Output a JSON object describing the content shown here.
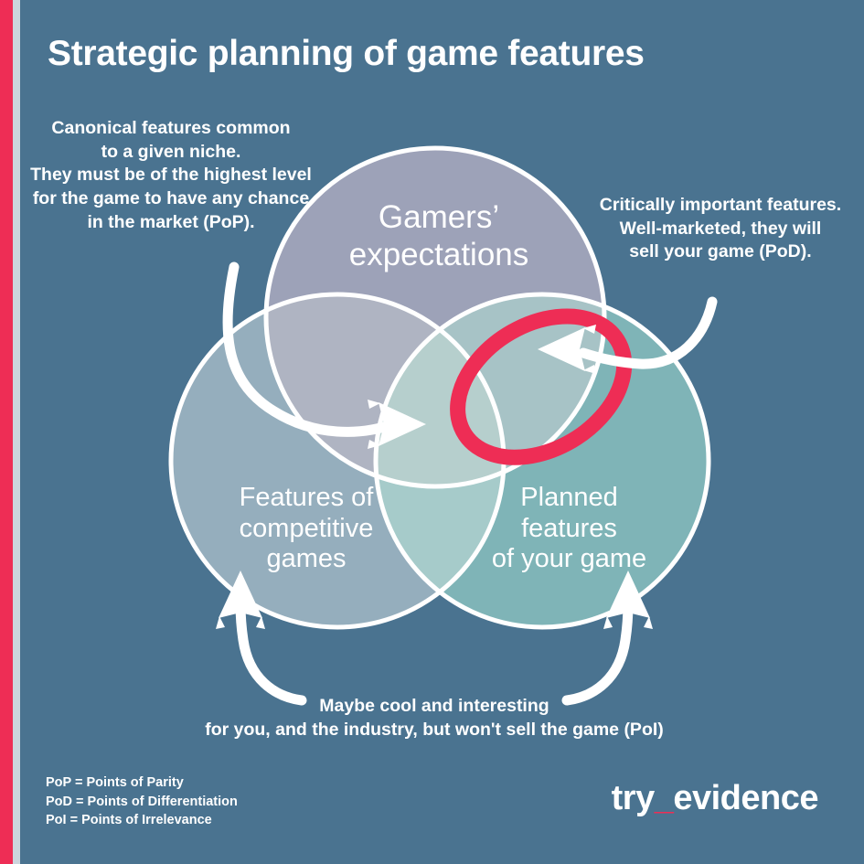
{
  "poster": {
    "title": "Strategic planning of game features",
    "background_color": "#4a7390",
    "accent_color": "#ee2d55",
    "edge_light_color": "#ccd5dd"
  },
  "venn": {
    "circles": [
      {
        "id": "gamers-expectations",
        "label": "Gamers’\nexpectations",
        "fill": "#9b9db5",
        "stroke": "#ffffff"
      },
      {
        "id": "competitive-games",
        "label": "Features of\ncompetitive\ngames",
        "fill": "#95aebd",
        "stroke": "#ffffff"
      },
      {
        "id": "your-game",
        "label": "Planned\nfeatures\nof your game",
        "fill": "#7fb4b7",
        "stroke": "#ffffff"
      }
    ],
    "highlight": {
      "id": "sweet-spot-ellipse",
      "color": "#ee2d55"
    }
  },
  "annotations": {
    "top_left": "Canonical features common\nto a given niche.\nThey must be of the highest level\nfor the game to have any chance\nin the market (PoP).",
    "top_right": "Critically important features.\nWell-marketed, they will\nsell your game (PoD).",
    "bottom": "Maybe cool and interesting\nfor you, and the industry, but won't sell the game (PoI)"
  },
  "legend": {
    "lines": [
      "PoP = Points of Parity",
      "PoD = Points of Differentiation",
      "PoI = Points of Irrelevance"
    ]
  },
  "logo": {
    "first": "try",
    "underscore": "_",
    "second": "evidence"
  }
}
